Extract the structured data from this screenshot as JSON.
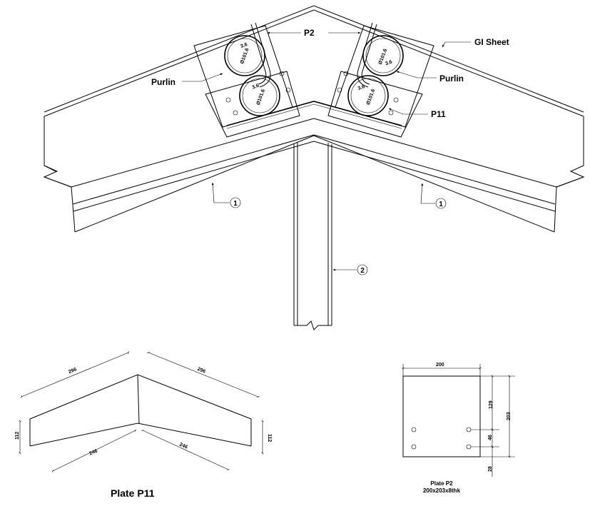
{
  "labels": {
    "gi_sheet": "GI Sheet",
    "p2": "P2",
    "purlin_left": "Purlin",
    "purlin_right": "Purlin",
    "p11": "P11",
    "purlin_size_a": "Ø101.6",
    "purlin_size_b": "Ø101.6",
    "purlin_size_c": "Ø101.6",
    "purlin_size_d": "Ø101.6",
    "purlin_thk_a": "3.6",
    "purlin_thk_b": "3.6",
    "purlin_thk_c": "3.6",
    "purlin_thk_d": "3.6",
    "callout_1_left": "1",
    "callout_1_right": "1",
    "callout_2": "2"
  },
  "plate_p11": {
    "caption": "Plate P11",
    "dim_top_left": "296",
    "dim_top_right": "296",
    "dim_bottom_left": "246",
    "dim_bottom_right": "246",
    "dim_side_left": "112",
    "dim_side_right": "112"
  },
  "plate_p2": {
    "caption": "Plate P2",
    "subcaption": "200x203x8thk",
    "dim_width": "200",
    "dim_upper": "129",
    "dim_middle": "46",
    "dim_lower": "28",
    "dim_total": "203"
  }
}
